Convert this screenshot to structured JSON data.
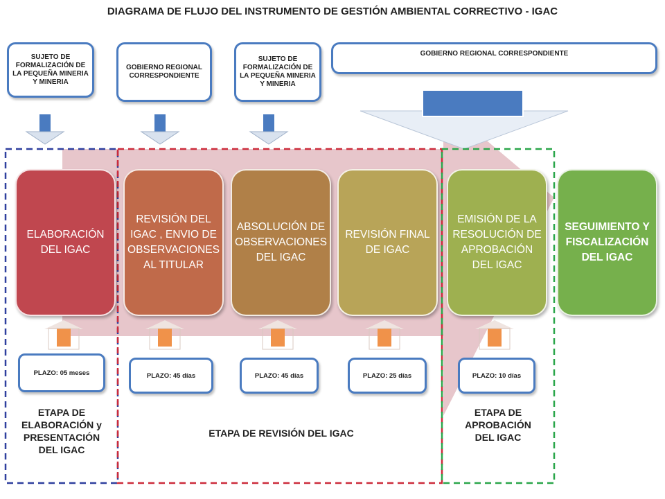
{
  "title": "DIAGRAMA DE FLUJO DEL INSTRUMENTO DE GESTIÓN AMBIENTAL CORRECTIVO - IGAC",
  "actors": [
    {
      "label": "SUJETO DE FORMALIZACIÓN DE LA PEQUEÑA MINERIA Y MINERIA"
    },
    {
      "label": "GOBIERNO REGIONAL CORRESPONDIENTE"
    },
    {
      "label": "SUJETO DE FORMALIZACIÓN DE LA PEQUEÑA MINERIA Y MINERIA"
    },
    {
      "label": "GOBIERNO REGIONAL CORRESPONDIENTE"
    }
  ],
  "stages": [
    {
      "label": "ELABORACIÓN\nDEL IGAC",
      "color": "#c0474f"
    },
    {
      "label": "REVISIÓN DEL\nIGAC , ENVIO DE\nOBSERVACIONES\nAL TITULAR",
      "color": "#c06a4a"
    },
    {
      "label": "ABSOLUCIÓN DE\nOBSERVACIONES\nDEL IGAC",
      "color": "#b08048"
    },
    {
      "label": "REVISIÓN FINAL\nDE IGAC",
      "color": "#b8a458"
    },
    {
      "label": "EMISIÓN DE LA\nRESOLUCIÓN DE\nAPROBACIÓN\nDEL IGAC",
      "color": "#9eb050"
    },
    {
      "label": "SEGUIMIENTO Y\nFISCALIZACIÓN\nDEL IGAC",
      "color": "#76b04c"
    }
  ],
  "plazos": [
    {
      "label": "PLAZO: 05 meses"
    },
    {
      "label": "PLAZO: 45 días"
    },
    {
      "label": "PLAZO: 45 días"
    },
    {
      "label": "PLAZO: 25 días"
    },
    {
      "label": "PLAZO: 10 días"
    }
  ],
  "phases": [
    {
      "label": "ETAPA DE\nELABORACIÓN y\nPRESENTACIÓN\nDEL IGAC",
      "color": "#2e3f9e"
    },
    {
      "label": "ETAPA DE REVISIÓN DEL IGAC",
      "color": "#cc2b3b"
    },
    {
      "label": "ETAPA DE\nAPROBACIÓN\nDEL IGAC",
      "color": "#2aa64a"
    }
  ],
  "colors": {
    "flow_band": "#e3bcc2",
    "actor_border": "#4a7bc0",
    "down_arrow": "#4a7bc0",
    "up_arrow": "#f0924a"
  }
}
